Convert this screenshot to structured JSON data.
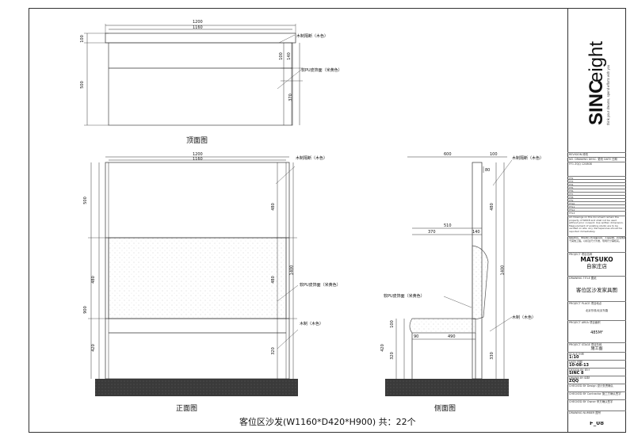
{
  "sheet": {
    "caption": "客位区沙发(W1160*D420*H900)  共：22个",
    "top_view_label": "顶面图",
    "front_view_label": "正面图",
    "side_view_label": "侧面图"
  },
  "notes": {
    "wood_trim": "木制隔断（木色）",
    "pu_leather": "软PU皮饰面（米黄色）",
    "wood_natural": "木制（木色）",
    "pu_leather_side": "软PU皮饰面（米黄色）"
  },
  "dims": {
    "top": {
      "w_outer": "1200",
      "w_inner": "1160",
      "h_total": "500",
      "h_top": "100",
      "right_a": "140",
      "right_b": "100",
      "right_c": "370"
    },
    "front": {
      "w_outer": "1200",
      "w_inner": "1160",
      "left_a": "500",
      "left_b": "480",
      "left_c": "900",
      "left_d": "420",
      "right_a": "480",
      "right_b": "480",
      "right_c": "1400",
      "right_d": "320"
    },
    "side": {
      "top_a": "600",
      "top_b": "100",
      "d_a": "510",
      "d_b": "370",
      "d_c": "140",
      "r_a": "80",
      "r_b": "480",
      "r_c": "1400",
      "r_d": "330",
      "l_a": "100",
      "l_b": "420",
      "l_c": "320",
      "seat_a": "90",
      "seat_b": "490"
    }
  },
  "logo": {
    "brand_bold": "SINC",
    "brand_light": "eight",
    "tagline": "think your dreams, spend efforts with you"
  },
  "titleblock": {
    "revision_label": "REVISION 修改",
    "rev_header": "NO. DRAWING DESC.  更改            DATE 日期",
    "rev_first": "FF1  ZQQ                                              120808",
    "rev_rows": [
      "FF2",
      "FF3",
      "FF4",
      "FF5",
      "FF6",
      "FF7",
      "FF8",
      "FF9",
      "FF10",
      "FF11",
      "FF12",
      "FF13"
    ],
    "disclaimer_en": "All drawings on this document remain the property of SINC8 and shall not be used without prior consent. Use written dimension. Measurement of existing studio are to be verified on site. Any discrepancies should be reported immediately.",
    "disclaimer_cn": "版权所有，未经本公司书面同意，不得复制、转载或用于其他工程。以标注尺寸为准，现场尺寸需核实。",
    "project_label": "PROJECT 项目名称",
    "project_name": "MATSUKO",
    "project_sub": "自家庄店",
    "drawing_title_label": "DRAWING TITLE 图纸",
    "drawing_title": "客位区沙发家具图",
    "place_label": "PROJECT PLACE 项目地点",
    "place_value": "北京东坝/北京东路",
    "area_label": "PROJECT AREA 项目面积",
    "area_value": "485M²",
    "stage_label": "PROJECT STAGE 项目阶段",
    "stage_value": "施工图",
    "scale_label": "SCALE 比例",
    "scale_value": "1:10",
    "date_label": "DATE 日期",
    "date_value": "10-08-13",
    "design_label": "DESIGN BY 设计",
    "design_value": "SINC 8",
    "drawn_label": "DRAWN BY 绘制",
    "drawn_value": "ZQQ",
    "checked_design": "CHECKED BY Design  设计负责确认",
    "checked_contractor": "CHECKED BY Contractor  施工方确认签字",
    "checked_owner": "CHECKED BY Owner  甲方确认签字",
    "drawing_no_label": "DRAWING NUMBER 图号",
    "drawing_no": "F_08"
  }
}
